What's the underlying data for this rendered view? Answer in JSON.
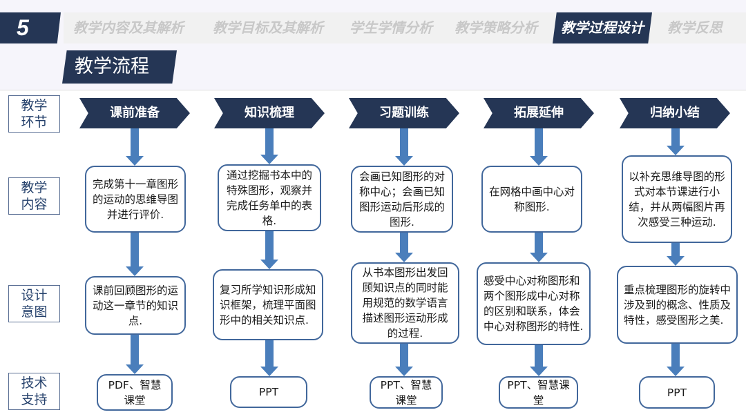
{
  "section_number": "5",
  "nav_tabs": [
    {
      "label": "教学内容及其解析",
      "active": false
    },
    {
      "label": "教学目标及其解析",
      "active": false
    },
    {
      "label": "学生学情分析",
      "active": false
    },
    {
      "label": "教学策略分析",
      "active": false
    },
    {
      "label": "教学过程设计",
      "active": true
    },
    {
      "label": "教学反思",
      "active": false
    }
  ],
  "page_title": "教学流程",
  "row_labels": [
    "教学\n环节",
    "教学\n内容",
    "设计\n意图",
    "技术\n支持"
  ],
  "columns": [
    {
      "stage": "课前准备",
      "content": "完成第十一章图形的运动的思维导图并进行评价.",
      "intent": "课前回顾图形的运动这一章节的知识点.",
      "tech": "PDF、智慧课堂"
    },
    {
      "stage": "知识梳理",
      "content": "通过挖掘书本中的特殊图形，观察并完成任务单中的表格.",
      "intent": "复习所学知识形成知识框架，梳理平面图形中的相关知识点.",
      "tech": "PPT"
    },
    {
      "stage": "习题训练",
      "content": "会画已知图形的对称中心；会画已知图形运动后形成的图形.",
      "intent": "从书本图形出发回顾知识点的同时能用规范的数学语言描述图形运动形成的过程.",
      "tech": "PPT、智慧课堂"
    },
    {
      "stage": "拓展延伸",
      "content": "在网格中画中心对称图形.",
      "intent": "感受中心对称图形和两个图形成中心对称的区别和联系，体会中心对称图形的特性.",
      "tech": "PPT、智慧课堂"
    },
    {
      "stage": "归纳小结",
      "content": "以补充思维导图的形式对本节课进行小结，并从两幅图片再次感受三种运动.",
      "intent": "重点梳理图形的旋转中涉及到的概念、性质及特性，感受图形之美.",
      "tech": "PPT"
    }
  ],
  "colors": {
    "navy": "#253655",
    "arrow": "#4a7ebb",
    "box_border": "#41679b"
  }
}
